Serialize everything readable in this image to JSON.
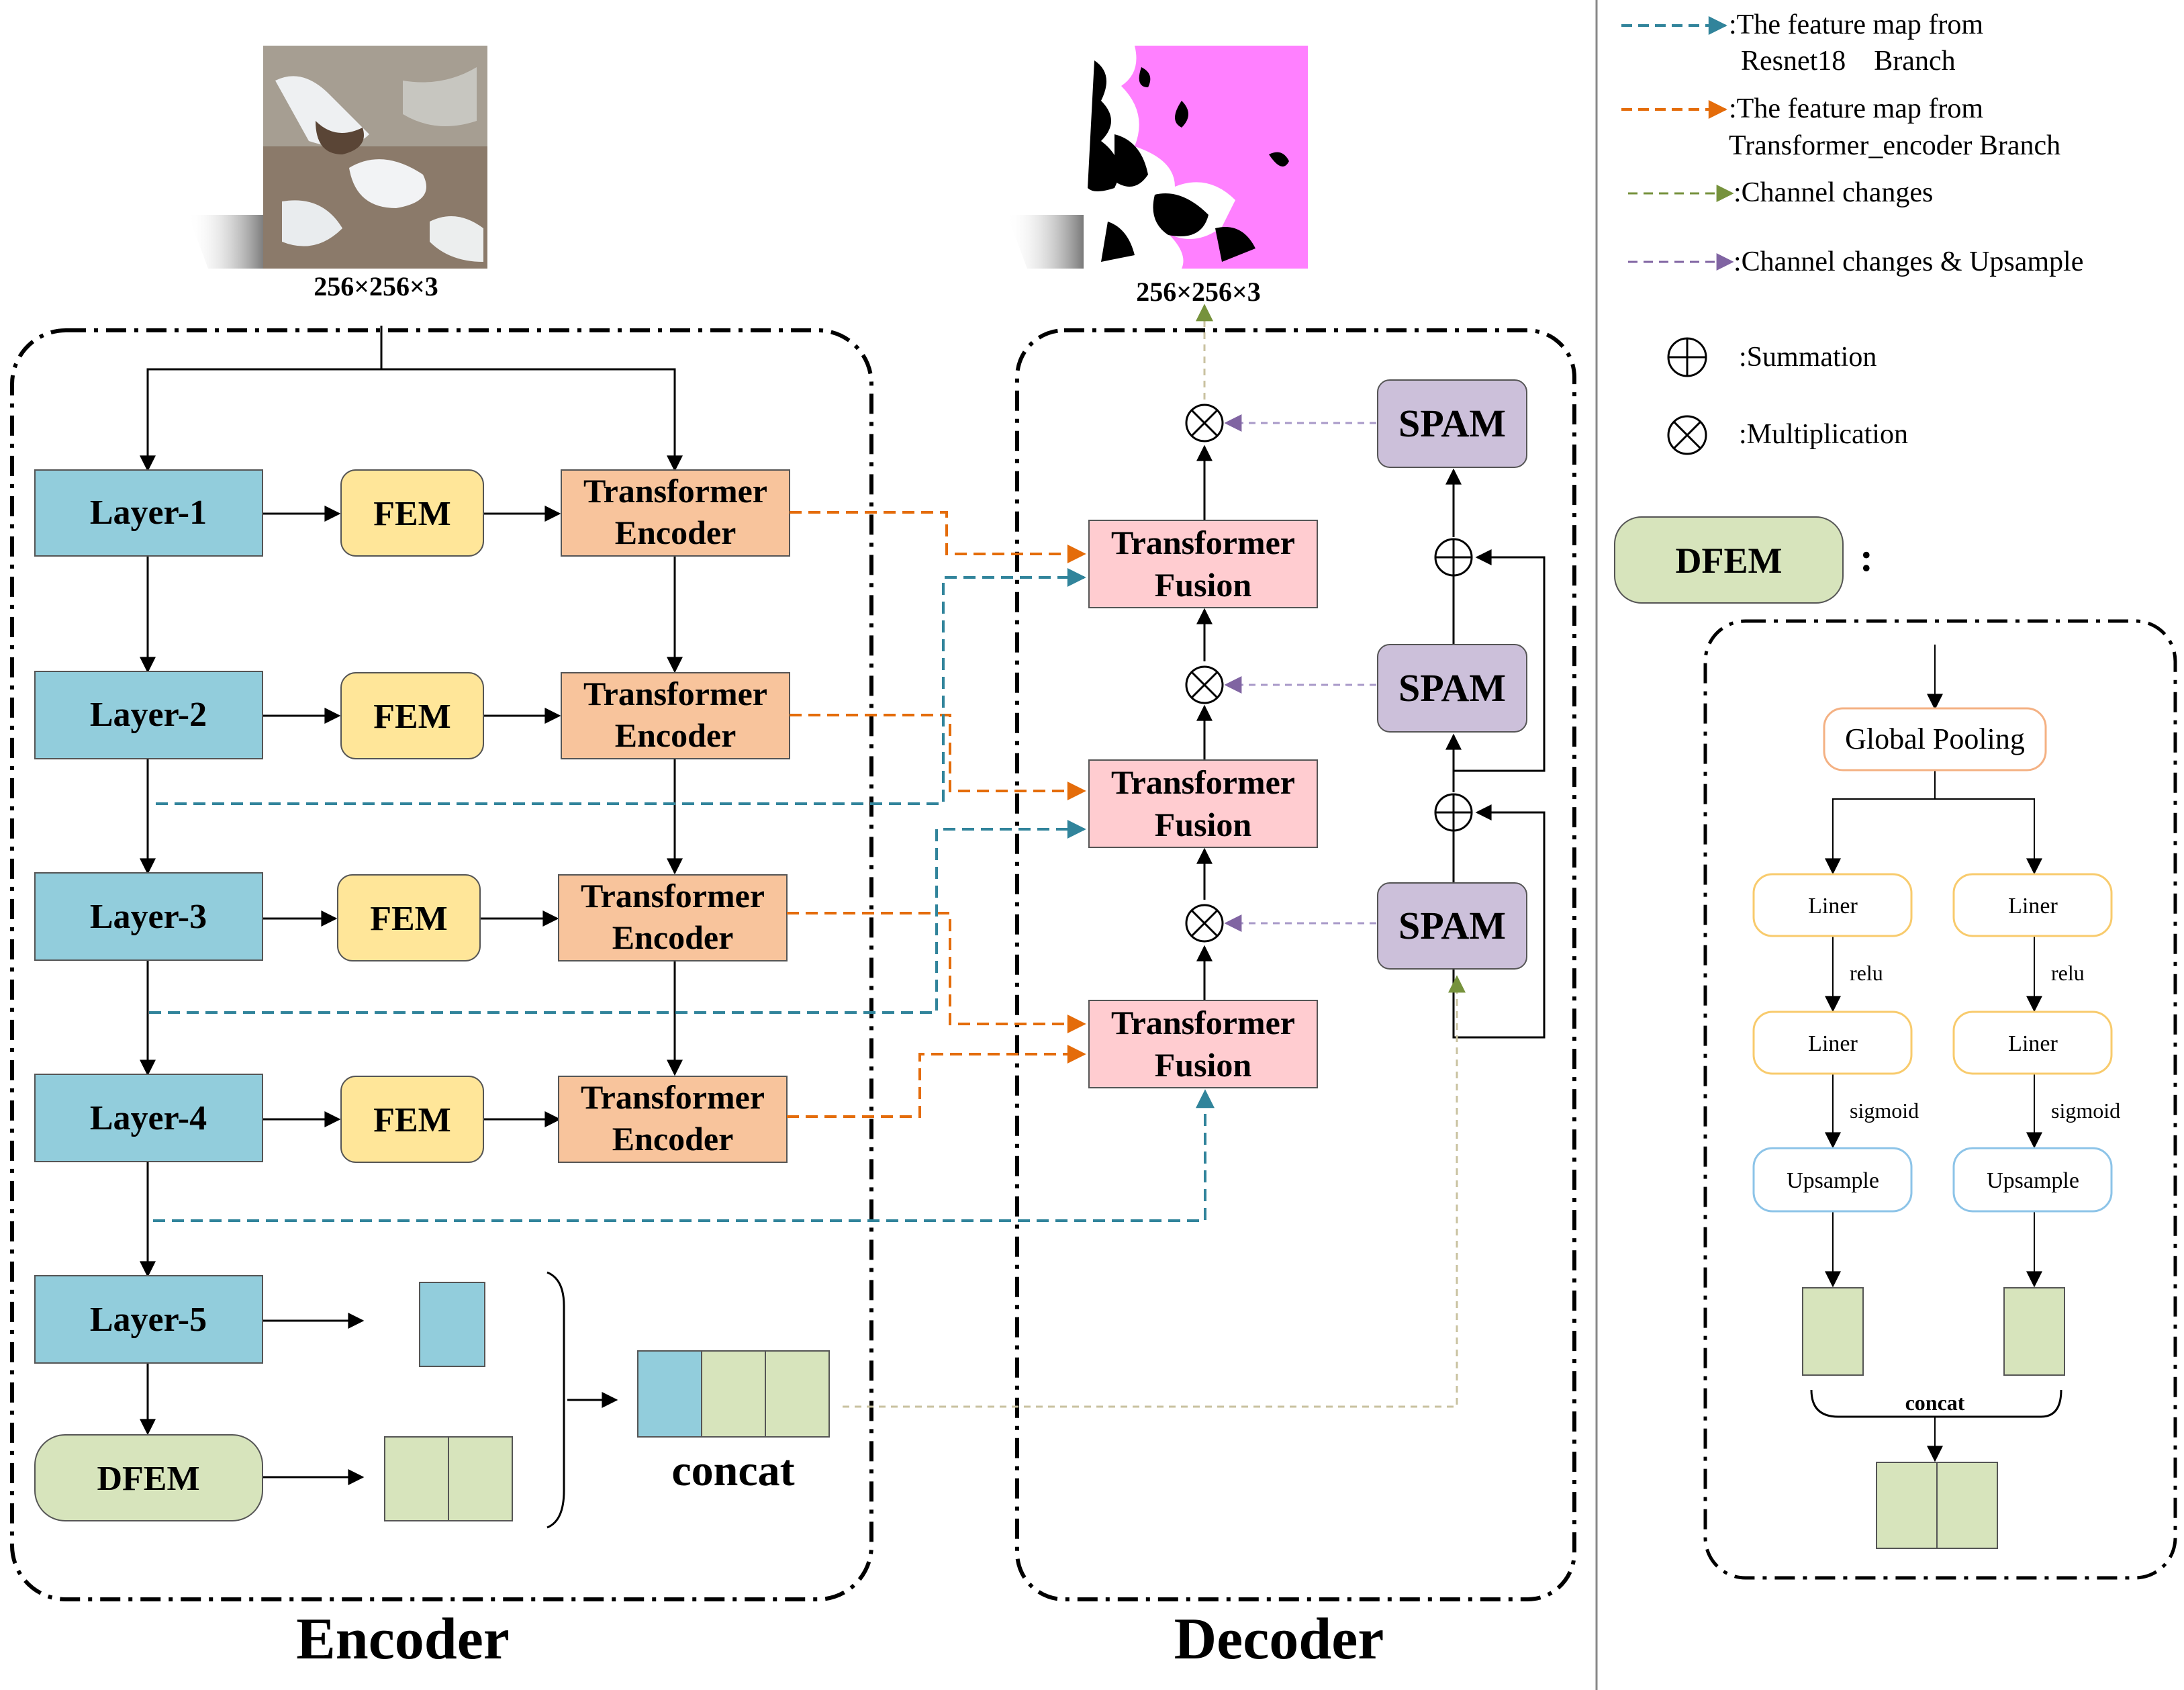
{
  "input_size": "256×256×3",
  "output_size": "256×256×3",
  "encoder": {
    "title": "Encoder",
    "layers": [
      "Layer-1",
      "Layer-2",
      "Layer-3",
      "Layer-4",
      "Layer-5"
    ],
    "fem": "FEM",
    "transformer_encoder": [
      "Transformer",
      "Encoder"
    ],
    "dfem": "DFEM",
    "concat": "concat"
  },
  "decoder": {
    "title": "Decoder",
    "transformer_fusion": [
      "Transformer",
      "Fusion"
    ],
    "spam": "SPAM"
  },
  "legend": {
    "resnet_line1": ":The feature map from",
    "resnet_line2": "Resnet18    Branch",
    "trans_line1": ":The feature map from",
    "trans_line2": "Transformer_encoder Branch",
    "channel_changes": ":Channel changes",
    "channel_upsample": ":Channel changes & Upsample",
    "summation": ":Summation",
    "multiplication": ":Multiplication"
  },
  "dfem_detail": {
    "label": "DFEM",
    "colon": ":",
    "global_pooling": "Global Pooling",
    "liner": "Liner",
    "relu": "relu",
    "sigmoid": "sigmoid",
    "upsample": "Upsample",
    "concat": "concat"
  },
  "colors": {
    "layer_fill": "#92cddc",
    "fem_fill": "#ffe699",
    "te_fill": "#f8c49c",
    "tf_fill": "#ffccd0",
    "spam_fill": "#ccc0da",
    "dfem_fill": "#d7e4bc",
    "teal": "#31849b",
    "orange": "#e46c0a",
    "green": "#76923c",
    "purple": "#8064a2"
  }
}
